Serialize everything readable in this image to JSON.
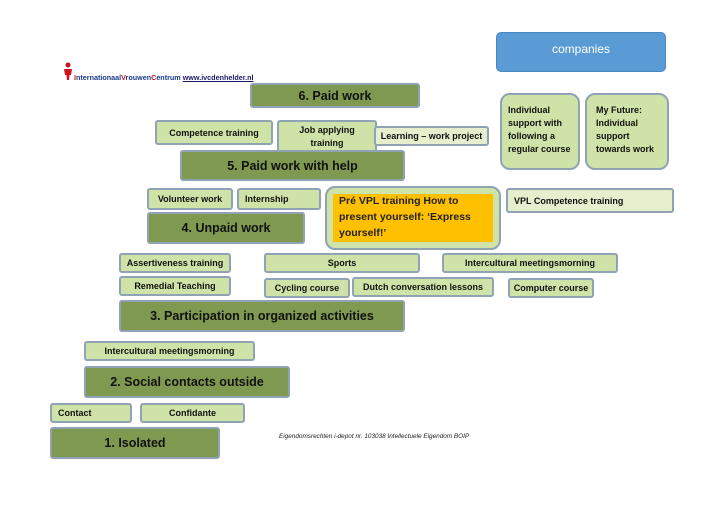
{
  "header": {
    "companies": "companies",
    "logo": {
      "part1_a": "I",
      "part1_b": "nternationaal",
      "part2_a": "V",
      "part2_b": "rouwen",
      "part3_a": "C",
      "part3_b": "entrum",
      "url": "www.ivcdenhelder.nl"
    }
  },
  "levels": {
    "l6": "6. Paid work",
    "l5": "5. Paid work with help",
    "l4": "4. Unpaid work",
    "l3": "3. Participation in organized activities",
    "l2": "2. Social contacts outside",
    "l1": "1.  Isolated"
  },
  "items": {
    "competence_training": "Competence training",
    "job_applying_training": "Job  applying training",
    "learning_work_project": "Learning – work project",
    "individual_support": "Individual support with following a regular course",
    "my_future": "My Future: Individual support towards work",
    "volunteer_work": "Volunteer work",
    "internship": "Internship",
    "pre_vpl": "Pré VPL training How to present yourself:  ‘Express yourself!’",
    "vpl_competence": "VPL Competence training",
    "assertiveness": "Assertiveness training",
    "sports": "Sports",
    "intercultural_1": "Intercultural meetingsmorning",
    "remedial": "Remedial Teaching",
    "cycling": "Cycling course",
    "dutch_lessons": "Dutch conversation lessons",
    "computer": "Computer course",
    "intercultural_2": "Intercultural meetingsmorning",
    "contact": "Contact",
    "confidante": "Confidante"
  },
  "copyright": "Eigendomsrechten i-depot nr. 103038 Intellectuele Eigendom BOIP",
  "colors": {
    "level_green": "#7f9a50",
    "light_green": "#cfe3a8",
    "pale_green": "#e6efcd",
    "orange": "#ffc000",
    "companies_blue": "#5b9bd5"
  }
}
